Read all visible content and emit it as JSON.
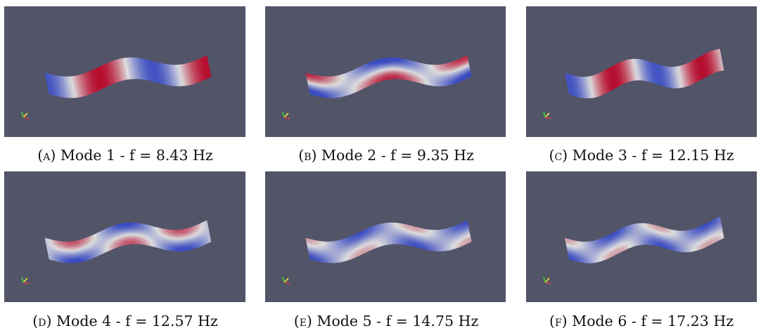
{
  "colors": {
    "background": "#525468",
    "cold": "#3b4cc0",
    "mid": "#dddddd",
    "hot": "#b40426"
  },
  "panels": [
    {
      "tag": "(a)",
      "label": "Mode 1 - f = 8.43 Hz",
      "mode": 1
    },
    {
      "tag": "(b)",
      "label": "Mode 2 - f = 9.35 Hz",
      "mode": 2
    },
    {
      "tag": "(c)",
      "label": "Mode 3 - f = 12.15 Hz",
      "mode": 3
    },
    {
      "tag": "(d)",
      "label": "Mode 4 - f = 12.57 Hz",
      "mode": 4
    },
    {
      "tag": "(e)",
      "label": "Mode 5 - f = 14.75 Hz",
      "mode": 5
    },
    {
      "tag": "(f)",
      "label": "Mode 6 - f = 17.23 Hz",
      "mode": 6
    }
  ]
}
